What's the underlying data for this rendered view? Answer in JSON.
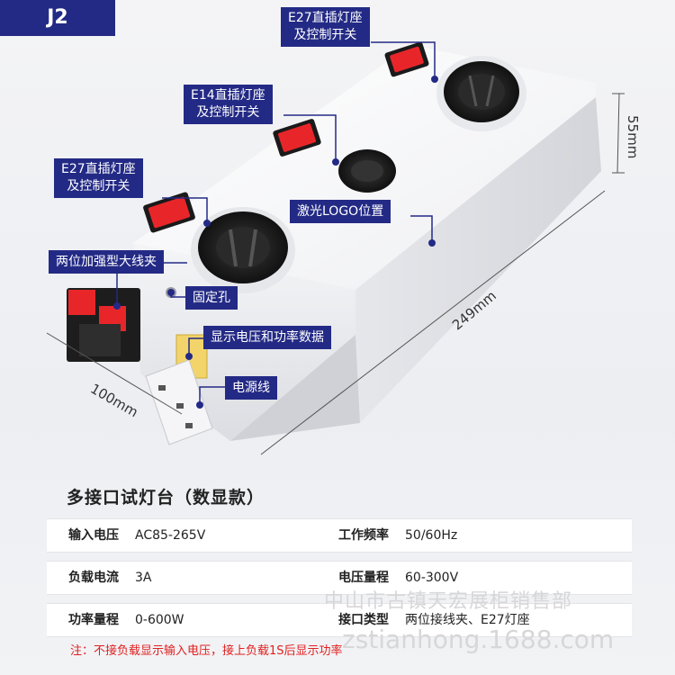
{
  "badge": "J2",
  "callouts": {
    "e27_top": [
      "E27直插灯座",
      "及控制开关"
    ],
    "e14": [
      "E14直插灯座",
      "及控制开关"
    ],
    "e27_left": [
      "E27直插灯座",
      "及控制开关"
    ],
    "logo_area": "激光LOGO位置",
    "terminal": "两位加强型大线夹",
    "mount_hole": "固定孔",
    "display": "显示电压和功率数据",
    "power_cord": "电源线"
  },
  "dimensions": {
    "height": "55mm",
    "length": "249mm",
    "width": "100mm"
  },
  "product_title": "多接口试灯台（数显款）",
  "specs": [
    {
      "k1": "输入电压",
      "v1": "AC85-265V",
      "k2": "工作频率",
      "v2": "50/60Hz"
    },
    {
      "k1": "负载电流",
      "v1": "3A",
      "k2": "电压量程",
      "v2": "60-300V"
    },
    {
      "k1": "功率量程",
      "v1": "0-600W",
      "k2": "接口类型",
      "v2": "两位接线夹、E27灯座"
    }
  ],
  "note": "注：不接负载显示输入电压，接上负载1S后显示功率",
  "watermarks": {
    "shop": "中山市古镇天宏展柜销售部",
    "site": "zstianhong.1688.com"
  },
  "colors": {
    "callout_bg": "#232a85",
    "switch_red": "#e8262a",
    "note_red": "#e02020"
  }
}
